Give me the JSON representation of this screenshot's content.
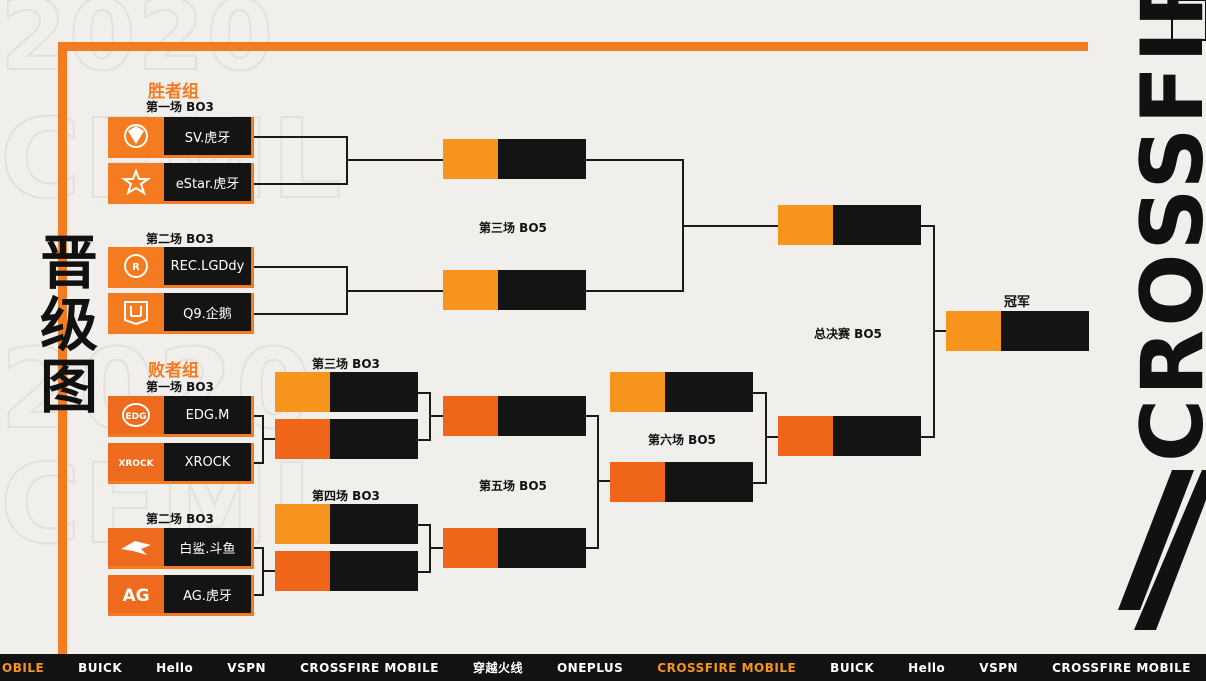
{
  "title": "晋级图",
  "winners": {
    "group_label": "胜者组",
    "match1_label": "第一场 BO3",
    "match2_label": "第二场 BO3",
    "teams": [
      "SV.虎牙",
      "eStar.虎牙",
      "REC.LGDdy",
      "Q9.企鹅"
    ],
    "next_label": "第三场 BO5"
  },
  "losers": {
    "group_label": "败者组",
    "match1_label": "第一场 BO3",
    "match2_label": "第二场 BO3",
    "teams": [
      "EDG.M",
      "XROCK",
      "白鲨.斗鱼",
      "AG.虎牙"
    ],
    "round3_label": "第三场 BO3",
    "round4_label": "第四场 BO3",
    "round5_label": "第五场 BO5",
    "round6_label": "第六场 BO5"
  },
  "finals_label": "总决赛 BO5",
  "champion_label": "冠军",
  "brand_vertical": "CROSSFIRE",
  "footer": [
    "OBILE",
    "BUICK",
    "Hello",
    "VSPN",
    "CROSSFIRE MOBILE",
    "穿越火线",
    "ONEPLUS",
    "CROSSFIRE MOBILE",
    "BUICK",
    "Hello",
    "VSPN",
    "CROSSFIRE MOBILE"
  ],
  "colors": {
    "accent": "#f47b20",
    "accent_light": "#f7941d",
    "dark": "#141414",
    "background": "#f1efec"
  }
}
